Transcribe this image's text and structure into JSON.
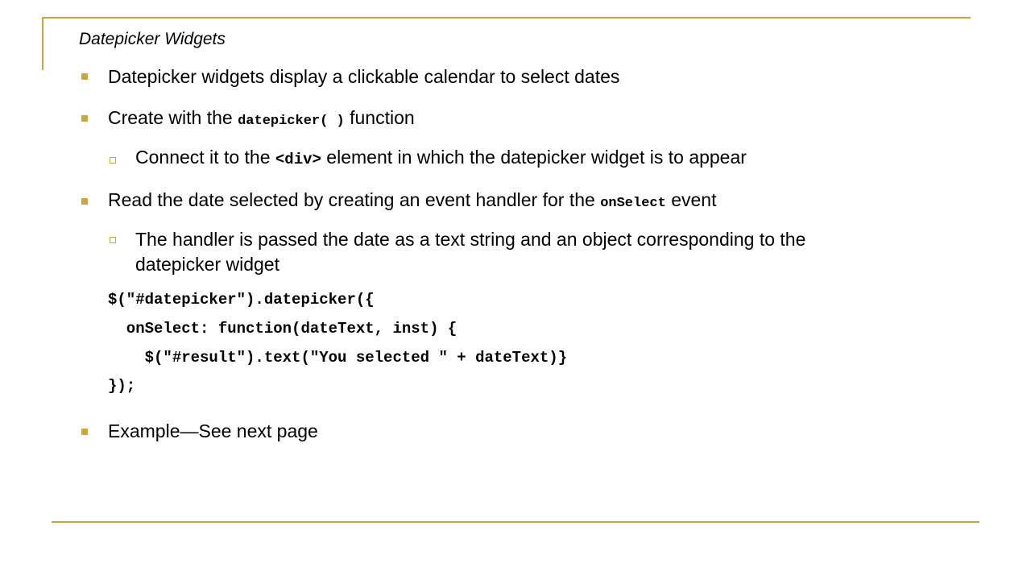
{
  "slide": {
    "title": "Datepicker Widgets",
    "bullet1": "Datepicker widgets display a clickable calendar to select dates",
    "bullet2": {
      "pre": "Create with the ",
      "code": "datepicker( )",
      "post": " function"
    },
    "sub1": {
      "pre": "Connect it to the ",
      "code": "<div>",
      "post": " element in which the datepicker widget is to appear"
    },
    "bullet3": {
      "pre": "Read the date selected by creating an event handler for the ",
      "code": "onSelect",
      "post": " event"
    },
    "sub2": {
      "line1": "The handler is passed the date as a text string and an object corresponding to the",
      "line2": "datepicker widget"
    },
    "code_lines": [
      "$(\"#datepicker\").datepicker({",
      "  onSelect: function(dateText, inst) {",
      "    $(\"#result\").text(\"You selected \" + dateText)}",
      "});"
    ],
    "bullet4": "Example—See next page"
  },
  "colors": {
    "accent": "#c9a83a"
  }
}
